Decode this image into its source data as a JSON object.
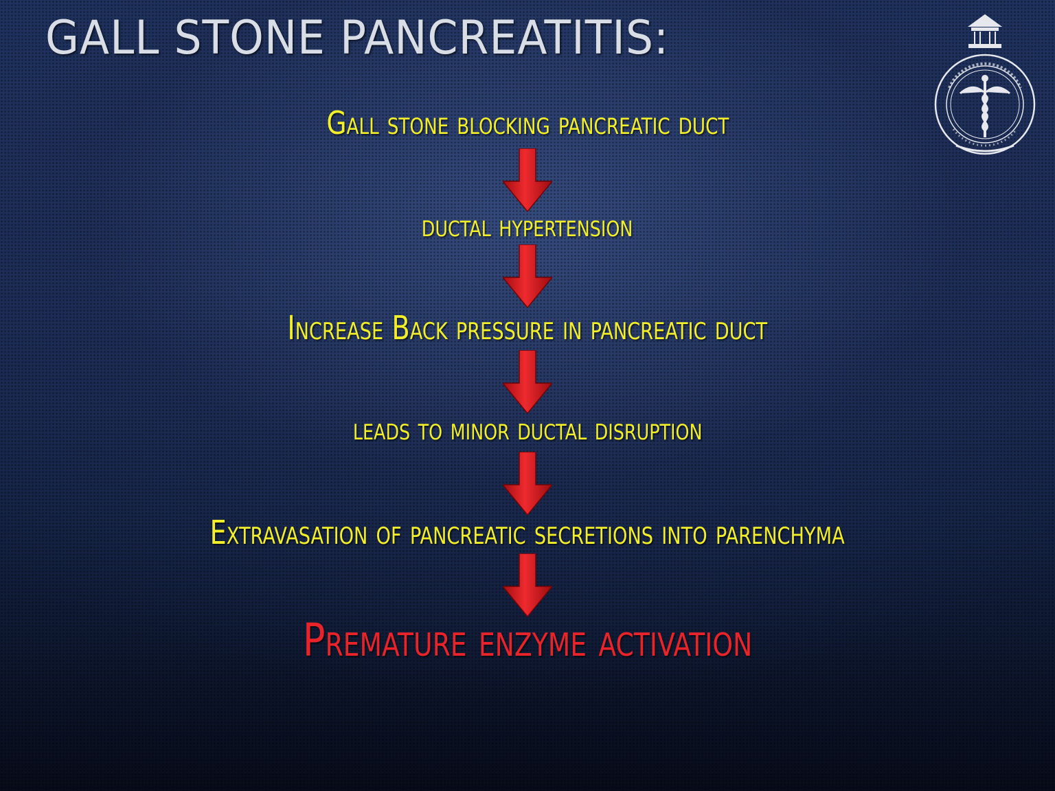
{
  "title": "GALL STONE PANCREATITIS:",
  "steps": [
    "Gall stone blocking pancreatic duct",
    "ductal hypertension",
    "Increase Back pressure in pancreatic duct",
    "leads to minor ductal disruption",
    "Extravasation of pancreatic secretions into parenchyma"
  ],
  "final_step": "Premature enzyme activation",
  "arrow_icon": "down-arrow-icon",
  "logo_icon": "caduceus-seal-icon",
  "colors": {
    "title": "#d9dde6",
    "step_text": "#f2ef2a",
    "final_text": "#e8242a",
    "arrow": "#d8161c",
    "background": "#1f3463"
  }
}
